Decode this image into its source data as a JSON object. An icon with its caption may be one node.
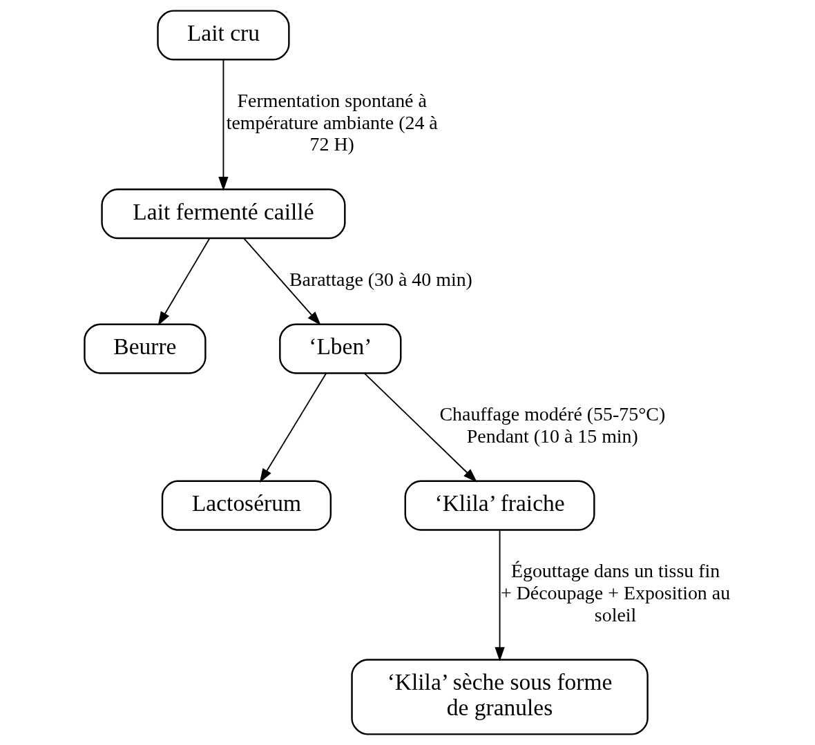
{
  "diagram": {
    "nodes": [
      {
        "text": [
          "Lait cru"
        ]
      },
      {
        "text": [
          "Lait fermenté caillé"
        ]
      },
      {
        "text": [
          "Beurre"
        ]
      },
      {
        "text": [
          "‘Lben’"
        ]
      },
      {
        "text": [
          "Lactosérum"
        ]
      },
      {
        "text": [
          "‘Klila’ fraiche"
        ]
      },
      {
        "text": [
          "‘Klila’ sèche sous forme de granules"
        ]
      }
    ],
    "edges": [
      {
        "from": 0,
        "to": 1,
        "arrow": "to",
        "label": "Fermentation spontané à température ambiante (24 à 72 H)"
      },
      {
        "from": 1,
        "to": 2,
        "arrow": "to"
      },
      {
        "from": 1,
        "to": 3,
        "arrow": "to",
        "label": "Barattage (30 à 40 min)"
      },
      {
        "from": 3,
        "to": 4,
        "arrow": "to"
      },
      {
        "from": 3,
        "to": 5,
        "arrow": "to",
        "label": "Chauffage modéré (55-75°C) Pendant (10 à 15 min)"
      },
      {
        "from": 5,
        "to": 6,
        "arrow": "to",
        "label": "Égouttage dans un tissu fin + Découpage + Exposition au soleil"
      }
    ]
  }
}
